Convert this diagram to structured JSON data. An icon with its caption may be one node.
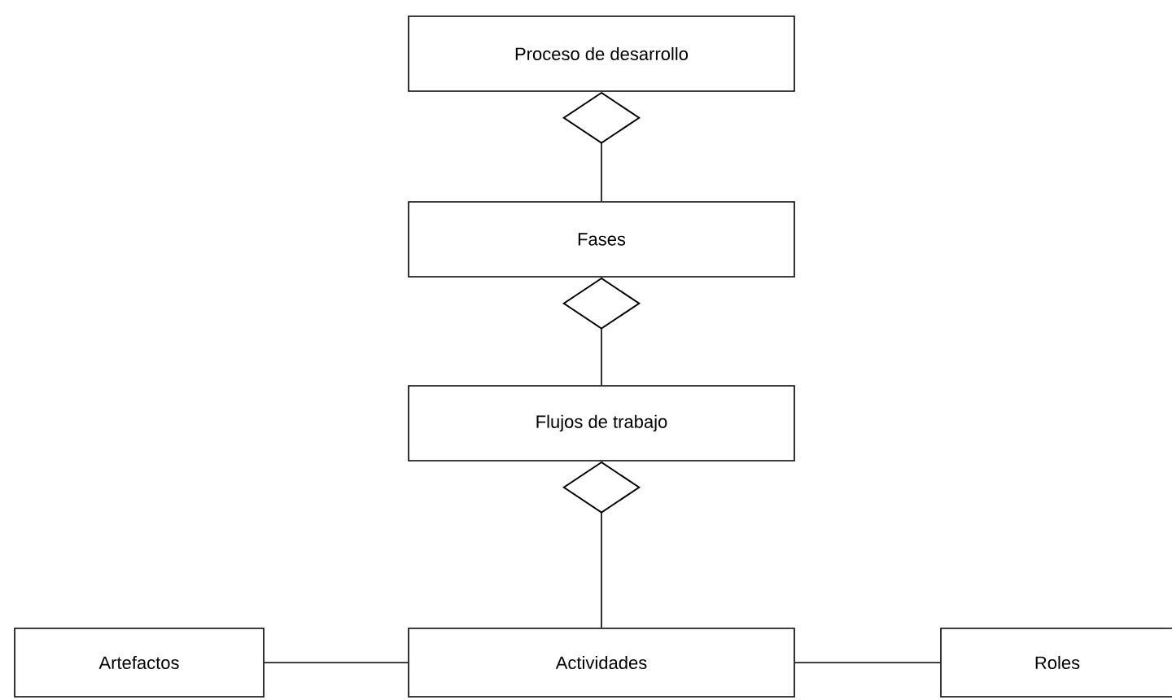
{
  "diagram": {
    "nodes": [
      {
        "text": [
          "Proceso de desarrollo"
        ]
      },
      {
        "text": [
          "Fases"
        ]
      },
      {
        "text": [
          "Flujos de trabajo"
        ]
      },
      {
        "text": [
          "Artefactos"
        ]
      },
      {
        "text": [
          "Actividades"
        ]
      },
      {
        "text": [
          "Roles"
        ]
      }
    ],
    "edges": [
      {
        "from": 0,
        "to": 1,
        "arrow": "other"
      },
      {
        "from": 1,
        "to": 2,
        "arrow": "other"
      },
      {
        "from": 2,
        "to": 4,
        "arrow": "other"
      },
      {
        "from": 3,
        "to": 4,
        "arrow": "none"
      },
      {
        "from": 4,
        "to": 5,
        "arrow": "none"
      }
    ]
  }
}
